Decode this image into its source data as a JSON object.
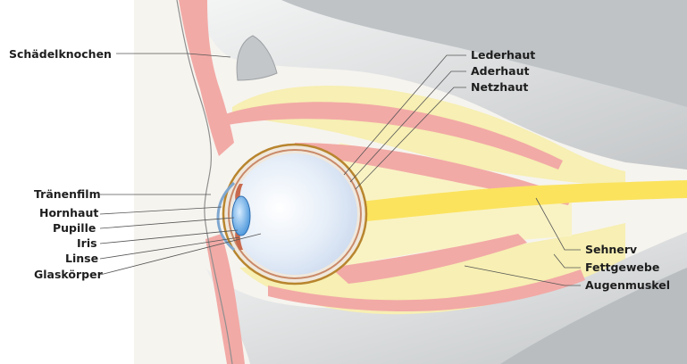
{
  "figure": {
    "labels": {
      "skull": "Schädelknochen",
      "sclera": "Lederhaut",
      "choroid": "Aderhaut",
      "retina": "Netzhaut",
      "tear_film": "Tränenfilm",
      "cornea": "Hornhaut",
      "pupil": "Pupille",
      "iris": "Iris",
      "lens": "Linse",
      "vitreous": "Glaskörper",
      "optic_nerve": "Sehnerv",
      "fat": "Fettgewebe",
      "eye_muscle": "Augenmuskel"
    },
    "colors": {
      "background": "#ffffff",
      "skin": "#f5f3ee",
      "bone": "#e3e6e7",
      "bone_dark": "#c5c8ca",
      "fat": "#f7f0b6",
      "muscle": "#f2aba8",
      "nerve": "#fbe35e",
      "eye_ball": "#dde7f4",
      "sclera_line": "#b8852e",
      "lens": "#5aa6e6",
      "iris": "#c86a4f",
      "leader": "#555555"
    }
  }
}
